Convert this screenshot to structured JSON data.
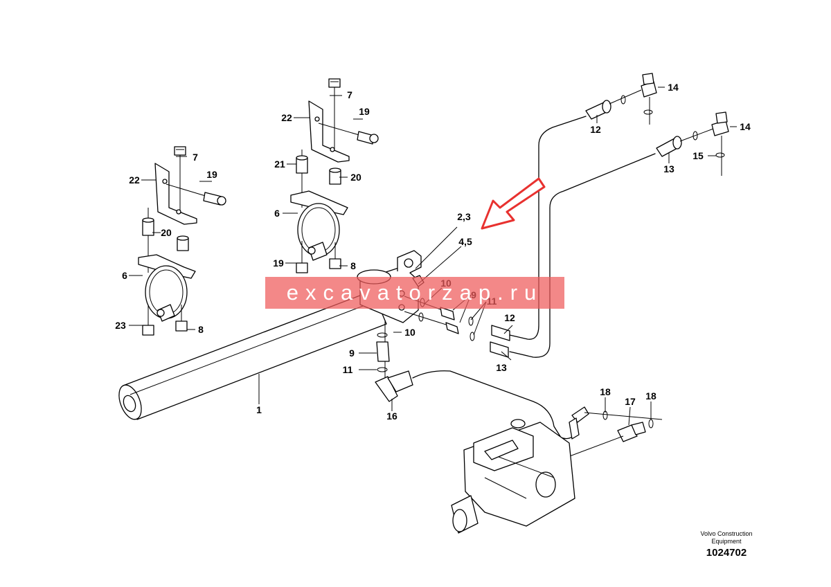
{
  "watermark": "excavatorzap.ru",
  "brand": "Volvo Construction Equipment",
  "drawing_number": "1024702",
  "arrow_color": "#e8312f",
  "watermark_color": "#ee5a5a",
  "callouts": {
    "c1": "1",
    "c23_label": "2,3",
    "c45_label": "4,5",
    "c6_left": "6",
    "c6_mid": "6",
    "c7_left": "7",
    "c7_mid": "7",
    "c8_left": "8",
    "c8_mid": "8",
    "c9_upper": "9",
    "c9_lower": "9",
    "c10_upper": "10",
    "c10_lower": "10",
    "c11_upper": "11",
    "c11_lower": "11",
    "c12_hose": "12",
    "c12_top": "12",
    "c13_hose": "13",
    "c13_top": "13",
    "c14_top": "14",
    "c14_right": "14",
    "c15": "15",
    "c16": "16",
    "c17": "17",
    "c18_left": "18",
    "c18_right": "18",
    "c19_left": "19",
    "c19_mid_top": "19",
    "c19_mid_bottom": "19",
    "c20_left": "20",
    "c20_mid": "20",
    "c21": "21",
    "c22_left": "22",
    "c22_mid": "22",
    "c23": "23"
  }
}
